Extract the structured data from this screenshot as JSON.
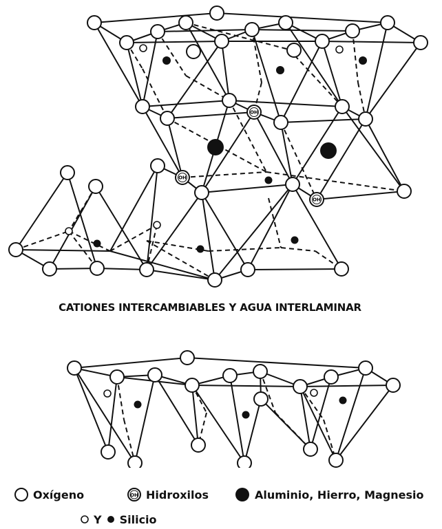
{
  "caption": "CATIONES INTERCAMBIABLES Y AGUA INTERLAMINAR",
  "legend": {
    "oxygen": "Oxígeno",
    "hydroxyl": "Hidroxilos",
    "hydroxyl_symbol": "OH",
    "metal": "Aluminio, Hierro, Magnesio",
    "conjunction": "Y",
    "silicon": "Silicio"
  },
  "atom_types": {
    "oxygen": "large-white-circle-icon",
    "hydroxyl": "oh-circle-icon",
    "metal": "large-black-circle-icon",
    "silicon_small_white": "small-white-circle-icon",
    "silicon_small_black": "small-black-circle-icon"
  },
  "colors": {
    "line": "#111111",
    "fill": "#ffffff"
  }
}
